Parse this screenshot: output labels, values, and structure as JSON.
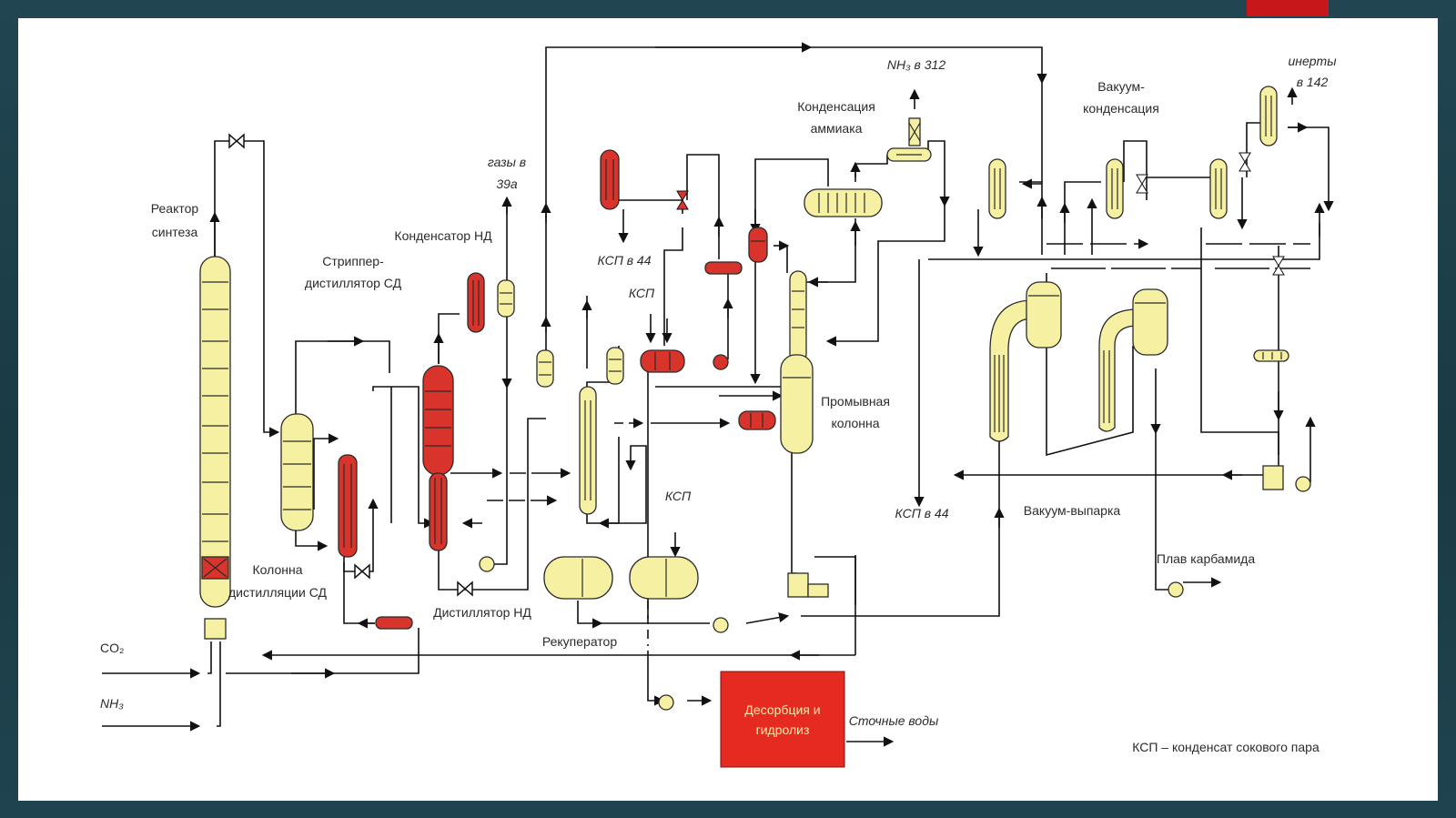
{
  "diagram": {
    "labels": {
      "reactor": [
        "Реактор",
        "синтеза"
      ],
      "stripper": [
        "Стриппер-",
        "дистиллятор СД"
      ],
      "condenser_nd": "Конденсатор НД",
      "gases": [
        "газы в",
        "39а"
      ],
      "ksp_44_top": "КСП в 44",
      "ksp_1": "КСП",
      "ksp_2": "КСП",
      "ammonia_condensation": [
        "Конденсация",
        "аммиака"
      ],
      "nh3_312": "NH₃ в 312",
      "vacuum_condensation": [
        "Вакуум-",
        "конденсация"
      ],
      "inerts": [
        "инерты",
        "в 142"
      ],
      "wash_column": [
        "Промывная",
        "колонна"
      ],
      "ksp_44_right": "КСП в 44",
      "vacuum_evaporation": "Вакуум-выпарка",
      "urea_melt": "Плав карбамида",
      "distillation_column": [
        "Колонна",
        "дистилляции СД"
      ],
      "distiller_nd": "Дистиллятор НД",
      "recuperator": "Рекуператор",
      "co2": "CO₂",
      "nh3": "NH₃",
      "desorption": [
        "Десорбция и",
        "гидролиз"
      ],
      "waste_water": "Сточные воды",
      "legend": "КСП – конденсат сокового пара"
    }
  },
  "colors": {
    "equipment_yellow": "#f6f0a2",
    "equipment_red": "#d8342c",
    "accent_red": "#c8171b",
    "background_dark": "#1d3f4a"
  }
}
